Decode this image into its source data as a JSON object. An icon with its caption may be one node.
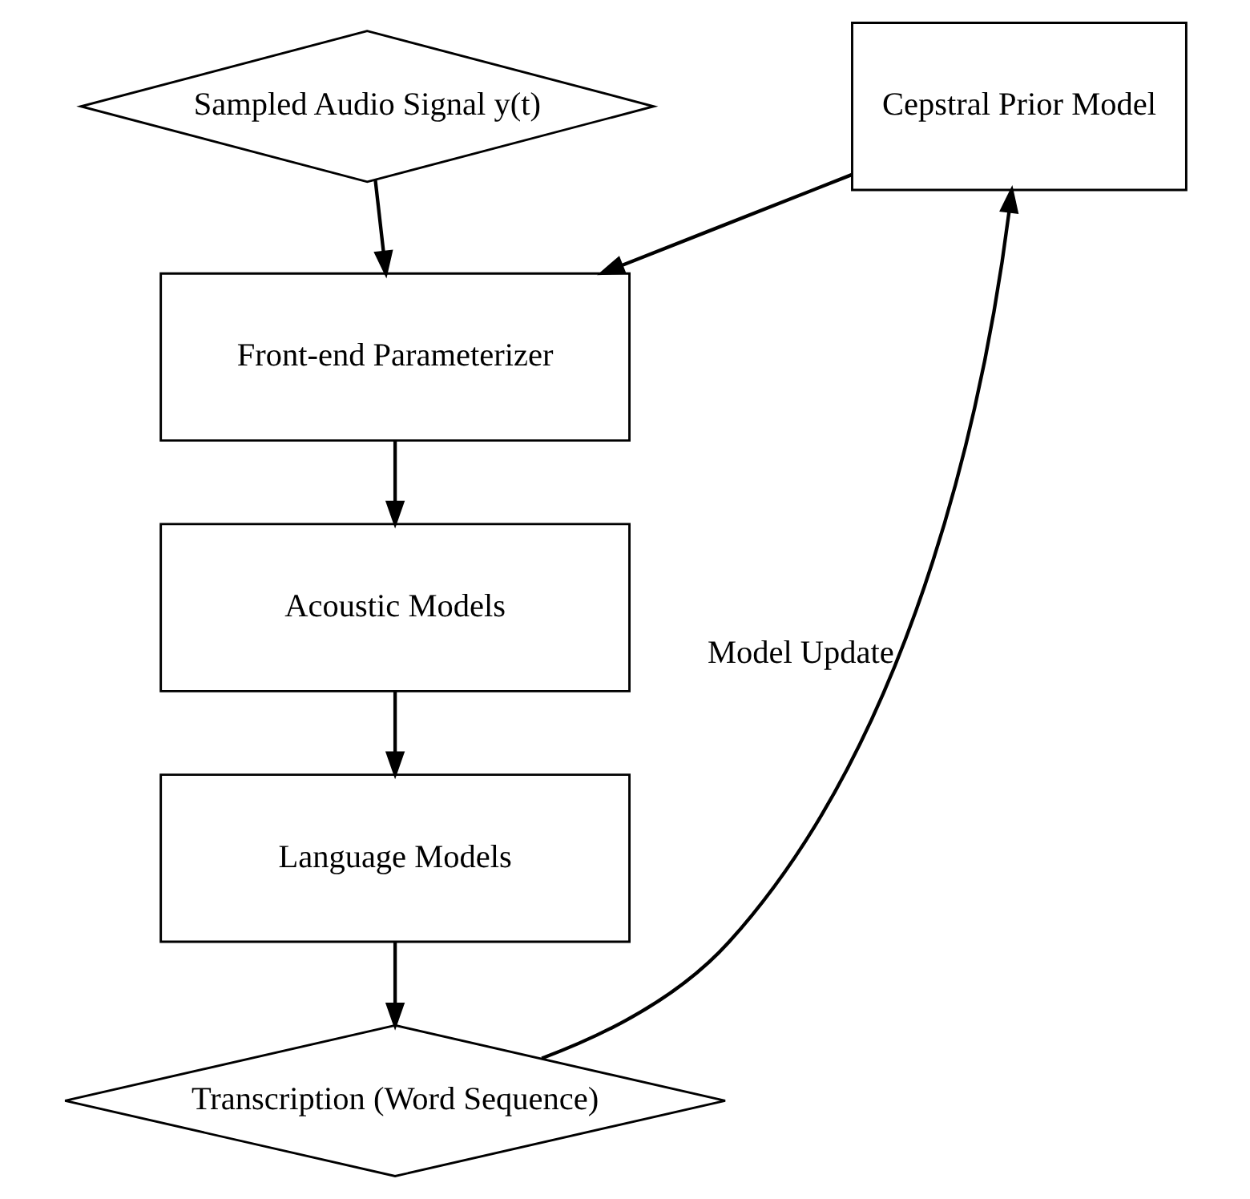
{
  "diagram": {
    "nodes": [
      {
        "text": [
          "Sampled Audio Signal y(t)"
        ]
      },
      {
        "text": [
          "Cepstral Prior Model"
        ]
      },
      {
        "text": [
          "Front-end Parameterizer"
        ]
      },
      {
        "text": [
          "Acoustic Models"
        ]
      },
      {
        "text": [
          "Language Models"
        ]
      },
      {
        "text": [
          "Transcription (Word Sequence)"
        ]
      }
    ],
    "edges": [
      {
        "from": 0,
        "to": 2,
        "arrow": "to"
      },
      {
        "from": 1,
        "to": 2,
        "arrow": "to"
      },
      {
        "from": 2,
        "to": 3,
        "arrow": "to"
      },
      {
        "from": 3,
        "to": 4,
        "arrow": "to"
      },
      {
        "from": 4,
        "to": 5,
        "arrow": "to"
      },
      {
        "from": 5,
        "to": 1,
        "arrow": "to",
        "label": "Model Update"
      }
    ]
  }
}
